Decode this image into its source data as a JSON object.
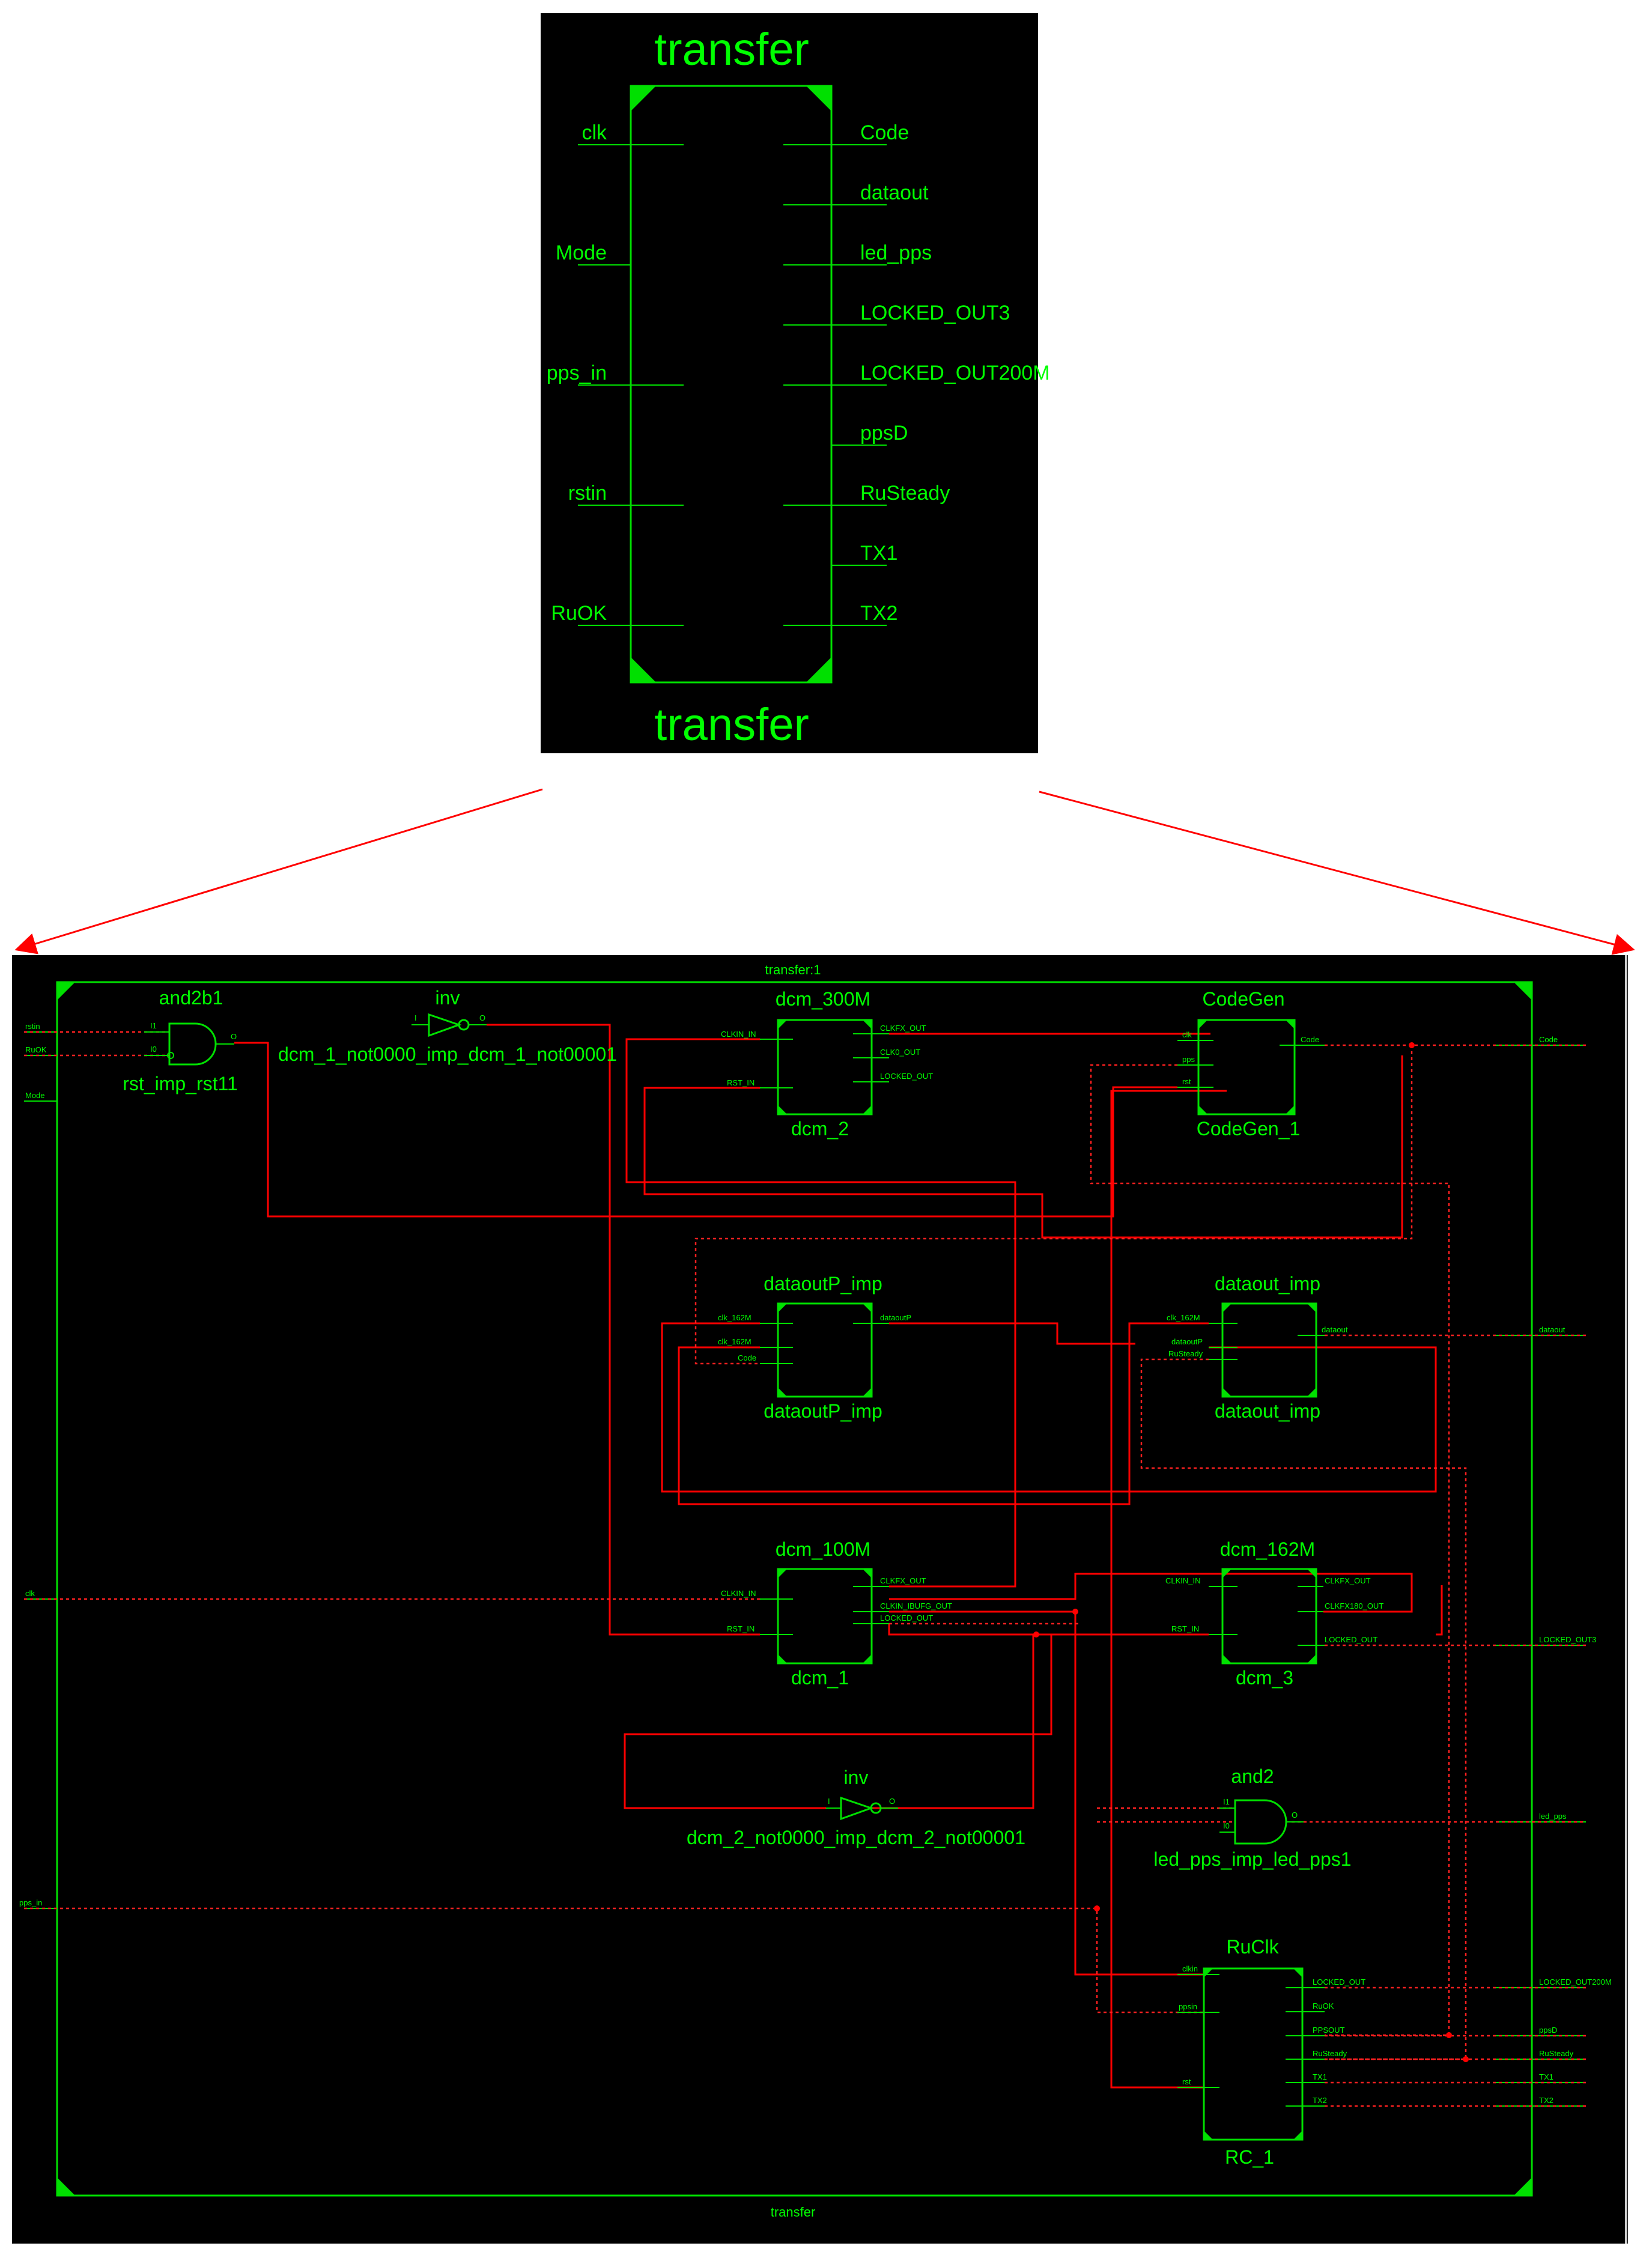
{
  "symbol": {
    "title_top": "transfer",
    "title_bottom": "transfer",
    "inputs": [
      "clk",
      "Mode",
      "pps_in",
      "rstin",
      "RuOK"
    ],
    "outputs": [
      "Code",
      "dataout",
      "led_pps",
      "LOCKED_OUT3",
      "LOCKED_OUT200M",
      "ppsD",
      "RuSteady",
      "TX1",
      "TX2"
    ]
  },
  "schematic": {
    "header": "transfer:1",
    "footer": "transfer",
    "left_ports": [
      "rstin",
      "RuOK",
      "Mode",
      "clk",
      "pps_in"
    ],
    "right_ports": [
      "Code",
      "dataout",
      "LOCKED_OUT3",
      "led_pps",
      "LOCKED_OUT200M",
      "ppsD",
      "RuSteady",
      "TX1",
      "TX2"
    ],
    "cells": {
      "and2b1": {
        "type": "and2b1",
        "name": "rst_imp_rst11",
        "pins": [
          "I0",
          "I1"
        ],
        "out": "O"
      },
      "inv1": {
        "type": "inv",
        "name": "dcm_1_not0000_imp_dcm_1_not00001",
        "pin_in": "I",
        "pin_out": "O"
      },
      "dcm300": {
        "type": "dcm_300M",
        "name": "dcm_2",
        "inputs": [
          "CLKIN_IN",
          "RST_IN"
        ],
        "outputs": [
          "CLKFX_OUT",
          "CLK0_OUT",
          "LOCKED_OUT"
        ]
      },
      "codegen": {
        "type": "CodeGen",
        "name": "CodeGen_1",
        "inputs": [
          "clk",
          "pps",
          "rst"
        ],
        "outputs": [
          "Code"
        ]
      },
      "dataoutp": {
        "type": "dataoutP_imp",
        "name": "dataoutP_imp",
        "inputs": [
          "clk_162M",
          "clk_162M",
          "Code"
        ],
        "outputs": [
          "dataoutP"
        ]
      },
      "dataout": {
        "type": "dataout_imp",
        "name": "dataout_imp",
        "inputs": [
          "clk_162M",
          "dataoutP",
          "RuSteady"
        ],
        "outputs": [
          "dataout"
        ]
      },
      "dcm100": {
        "type": "dcm_100M",
        "name": "dcm_1",
        "inputs": [
          "CLKIN_IN",
          "RST_IN"
        ],
        "outputs": [
          "CLKFX_OUT",
          "CLKIN_IBUFG_OUT",
          "LOCKED_OUT"
        ]
      },
      "dcm162": {
        "type": "dcm_162M",
        "name": "dcm_3",
        "inputs": [
          "CLKIN_IN",
          "RST_IN"
        ],
        "outputs": [
          "CLKFX_OUT",
          "CLKFX180_OUT",
          "LOCKED_OUT"
        ]
      },
      "inv2": {
        "type": "inv",
        "name": "dcm_2_not0000_imp_dcm_2_not00001",
        "pin_in": "I",
        "pin_out": "O"
      },
      "and2": {
        "type": "and2",
        "name": "led_pps_imp_led_pps1",
        "pins": [
          "I0",
          "I1"
        ],
        "out": "O"
      },
      "ruclk": {
        "type": "RuClk",
        "name": "RC_1",
        "inputs": [
          "clkin",
          "ppsin",
          "rst"
        ],
        "outputs": [
          "LOCKED_OUT",
          "RuOK",
          "PPSOUT",
          "RuSteady",
          "TX1",
          "TX2"
        ]
      }
    }
  },
  "colors": {
    "signal": "#00ff00",
    "wire": "#ff0000",
    "background": "#000000"
  }
}
